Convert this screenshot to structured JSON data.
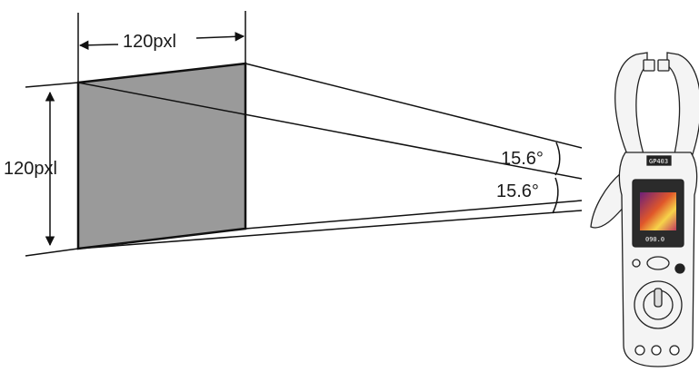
{
  "diagram": {
    "width_label": "120pxl",
    "height_label": "120pxl",
    "angle_upper_label": "15.6°",
    "angle_lower_label": "15.6°"
  },
  "device": {
    "model_badge": "GP403",
    "display_reading": "090.0",
    "colors": {
      "body": "#f4f4f4",
      "outline": "#222222",
      "screen_bezel": "#2b2b2b",
      "thermal_hot": "#f6d34a",
      "thermal_warm": "#e0572a",
      "thermal_cool": "#6b1f7a"
    }
  },
  "colors": {
    "target_fill": "#9a9a9a",
    "line": "#111111"
  }
}
